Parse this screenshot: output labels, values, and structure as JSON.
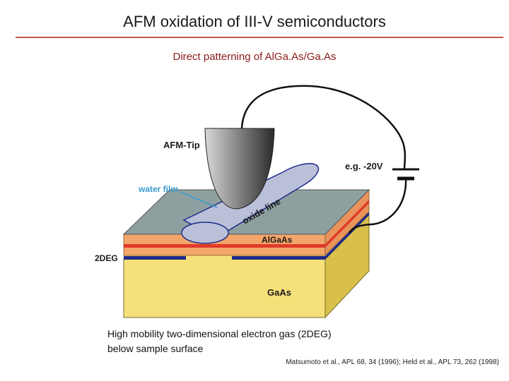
{
  "slide": {
    "title": "AFM oxidation of III-V semiconductors",
    "subtitle": "Direct patterning of AlGa.As/Ga.As",
    "caption_line1": "High mobility two-dimensional electron gas (2DEG)",
    "caption_line2": "below sample surface",
    "citation": "Matsumoto et al., APL 68, 34 (1996); Held et al., APL 73, 262 (1998)"
  },
  "diagram": {
    "labels": {
      "afm_tip": "AFM-Tip",
      "voltage": "e.g. -20V",
      "water_film": "water film",
      "oxide_line": "oxide line",
      "algaas": "AlGaAs",
      "two_deg": "2DEG",
      "gaas": "GaAs"
    },
    "colors": {
      "top_surface": "#8e9fa0",
      "algaas_layer": "#f4a56a",
      "red_line": "#e03a2a",
      "deg_blue": "#1e2a8a",
      "gaas_front": "#f6e07a",
      "gaas_side": "#d8c04a",
      "oxide": "#b9c0d8",
      "water_film_text": "#3a9bd0"
    }
  }
}
